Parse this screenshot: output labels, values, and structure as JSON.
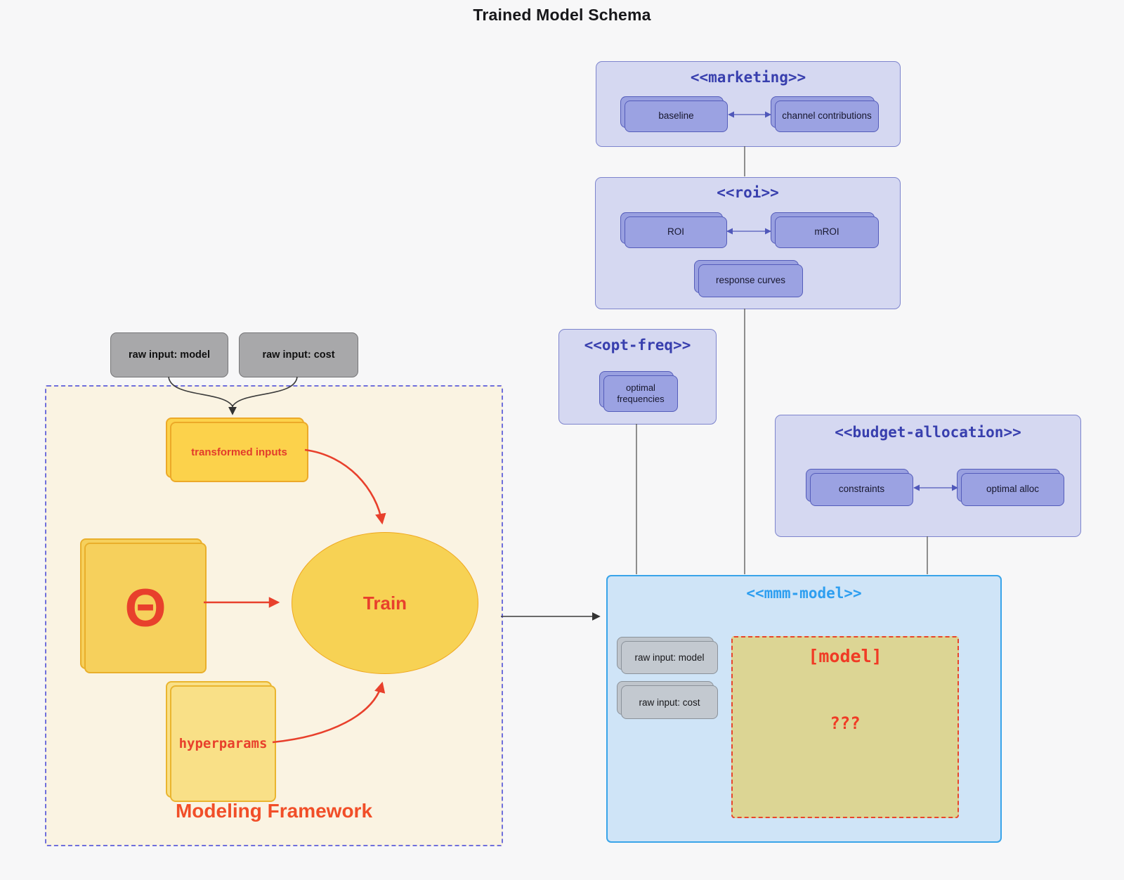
{
  "title": "Trained Model Schema",
  "external_inputs": {
    "raw_input_model": "raw input: model",
    "raw_input_cost": "raw input: cost"
  },
  "framework": {
    "label": "Modeling Framework",
    "transformed_inputs": "transformed inputs",
    "theta": "Θ",
    "train": "Train",
    "hyperparams": "hyperparams"
  },
  "marketing": {
    "title": "<<marketing>>",
    "baseline": "baseline",
    "channel_contributions": "channel contributions"
  },
  "roi": {
    "title": "<<roi>>",
    "roi": "ROI",
    "mroi": "mROI",
    "response_curves": "response curves"
  },
  "opt_freq": {
    "title": "<<opt-freq>>",
    "optimal_frequencies": "optimal frequencies"
  },
  "budget_allocation": {
    "title": "<<budget-allocation>>",
    "constraints": "constraints",
    "optimal_alloc": "optimal alloc"
  },
  "mmm_model": {
    "title": "<<mmm-model>>",
    "raw_input_model": "raw input: model",
    "raw_input_cost": "raw input: cost",
    "model_label": "[model]",
    "model_placeholder": "???"
  },
  "colors": {
    "background": "#f7f7f8",
    "group_fill": "#d5d8f1",
    "group_border": "#7d84cd",
    "group_title": "#383fae",
    "purple_node_fill": "#9ba2e2",
    "purple_node_border": "#545cba",
    "mmm_fill": "#cfe4f7",
    "mmm_border": "#39a4e9",
    "mmm_title": "#2d9ef0",
    "model_box_fill": "#dcd594",
    "framework_fill": "#faf3e2",
    "framework_border": "#6f6fdc",
    "yellow_fill": "#fcd24b",
    "yellow_border": "#eca928",
    "gray_node_fill": "#a8a8aa",
    "accent_red": "#e8402c"
  }
}
